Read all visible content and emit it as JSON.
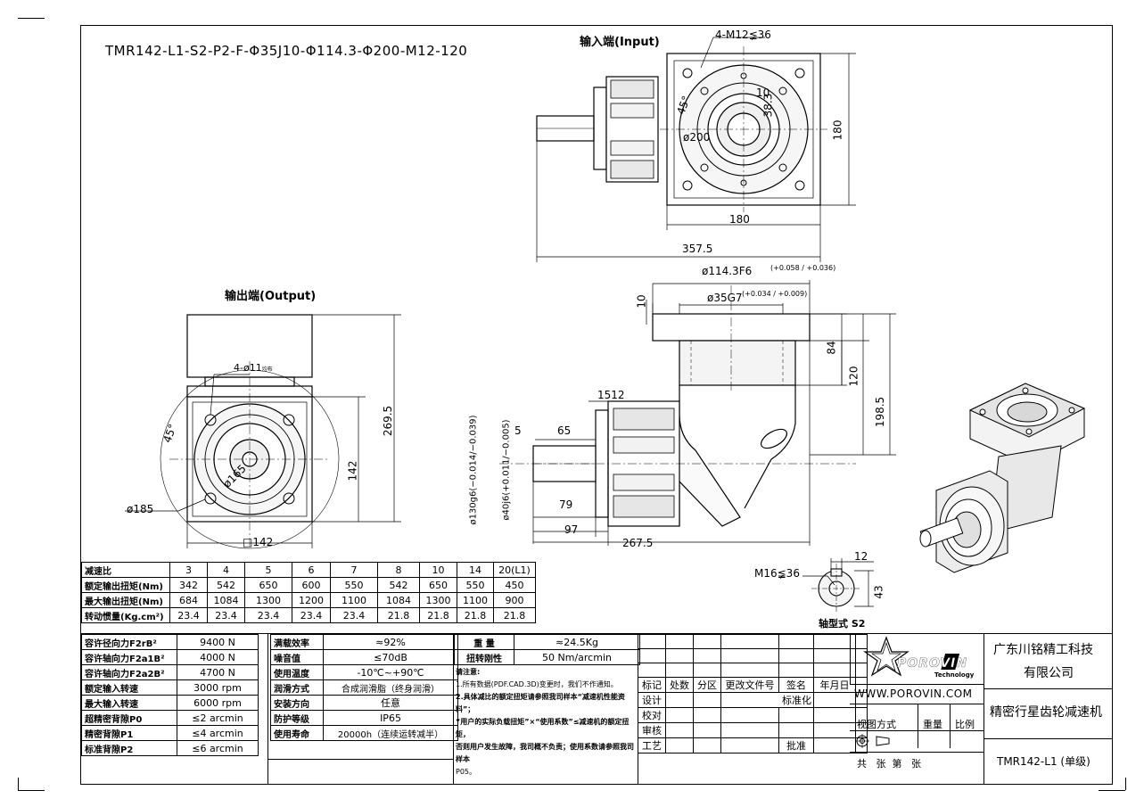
{
  "model_code": "TMR142-L1-S2-P2-F-Φ35J10-Φ114.3-Φ200-M12-120",
  "views": {
    "input_title": "输入端(Input)",
    "output_title": "输出端(Output)",
    "shaft_type": "轴型式 S2"
  },
  "dims": {
    "input_holes": "4-M12≨36",
    "angle_45_a": "45°",
    "d10": "10",
    "d200": "ø200",
    "d38": "38.3",
    "h180": "180",
    "w180": "180",
    "len357": "357.5",
    "f114": "ø114.3F6",
    "f114_tol": "(+0.058 / +0.036)",
    "f35": "ø35G7",
    "f35_tol": "(+0.034 / +0.009)",
    "d10b": "10",
    "d84": "84",
    "d120": "120",
    "d198": "198.5",
    "d1512": "1512",
    "d5": "5",
    "d65": "65",
    "d79": "79",
    "d97": "97",
    "d267": "267.5",
    "d130": "ø130g6(−0.014/−0.039)",
    "d40": "ø40j6(+0.011/−0.005)",
    "out_holes": "4-ø11",
    "out_holes_note": "均布",
    "angle_45_b": "45°",
    "d165": "ø165",
    "d185": "ø185",
    "d142": "142",
    "sq142": "□142",
    "h269": "269.5",
    "key12": "12",
    "key43": "43",
    "m16": "M16≨36"
  },
  "ratio_table": {
    "rows": [
      {
        "label": "减速比",
        "values": [
          "3",
          "4",
          "5",
          "6",
          "7",
          "8",
          "10",
          "14",
          "20(L1)"
        ]
      },
      {
        "label": "额定输出扭矩(Nm)",
        "values": [
          "342",
          "542",
          "650",
          "600",
          "550",
          "542",
          "650",
          "550",
          "450"
        ]
      },
      {
        "label": "最大输出扭矩(Nm)",
        "values": [
          "684",
          "1084",
          "1300",
          "1200",
          "1100",
          "1084",
          "1300",
          "1100",
          "900"
        ]
      },
      {
        "label": "转动惯量(Kg.cm²)",
        "values": [
          "23.4",
          "23.4",
          "23.4",
          "23.4",
          "23.4",
          "21.8",
          "21.8",
          "21.8",
          "21.8"
        ]
      }
    ]
  },
  "spec_table": {
    "left": [
      [
        "容许径向力F2rB²",
        "9400 N"
      ],
      [
        "容许轴向力F2a1B²",
        "4000 N"
      ],
      [
        "容许轴向力F2a2B²",
        "4700 N"
      ],
      [
        "额定输入转速",
        "3000 rpm"
      ],
      [
        "最大输入转速",
        "6000 rpm"
      ],
      [
        "超精密背隙P0",
        "≤2 arcmin"
      ],
      [
        "精密背隙P1",
        "≤4 arcmin"
      ],
      [
        "标准背隙P2",
        "≤6 arcmin"
      ]
    ],
    "mid": [
      [
        "满载效率",
        "≈92%"
      ],
      [
        "噪音值",
        "≤70dB"
      ],
      [
        "使用温度",
        "-10℃~+90℃"
      ],
      [
        "润滑方式",
        "合成润滑脂（终身润滑）"
      ],
      [
        "安装方向",
        "任意"
      ],
      [
        "防护等级",
        "IP65"
      ],
      [
        "使用寿命",
        "20000h（连续运转减半）"
      ]
    ],
    "weight_label": "重 量",
    "weight_value": "≈24.5Kg",
    "stiff_label": "扭转刚性",
    "stiff_value": "50 Nm/arcmin",
    "notes_title": "请注意:",
    "notes": [
      "1.所有数据(PDF.CAD.3D)变更时，我们不作通知。",
      "2.具体减比的额定扭矩请参照我司样本“减速机性能资料”；",
      "“用户的实际负载扭矩”×“使用系数”≤减速机的额定扭矩，",
      "否则用户发生故障，我司概不负责；使用系数请参照我司样本",
      "P05。"
    ]
  },
  "title_block": {
    "rev_headers": [
      "标记",
      "处数",
      "分区",
      "更改文件号",
      "签名",
      "年月日"
    ],
    "design": "设计",
    "standard": "标准化",
    "check": "校对",
    "review": "审核",
    "craft": "工艺",
    "approve": "批准",
    "brand": "POROVIN",
    "brand_sub": "Technology",
    "website": "WWW.POROVIN.COM",
    "view_mode": "视图方式",
    "weight": "重量",
    "scale": "比例",
    "sheets": "共   张  第   张",
    "company": "广东川铭精工科技",
    "company2": "有限公司",
    "product": "精密行星齿轮减速机",
    "part_no": "TMR142-L1 (单级)"
  }
}
